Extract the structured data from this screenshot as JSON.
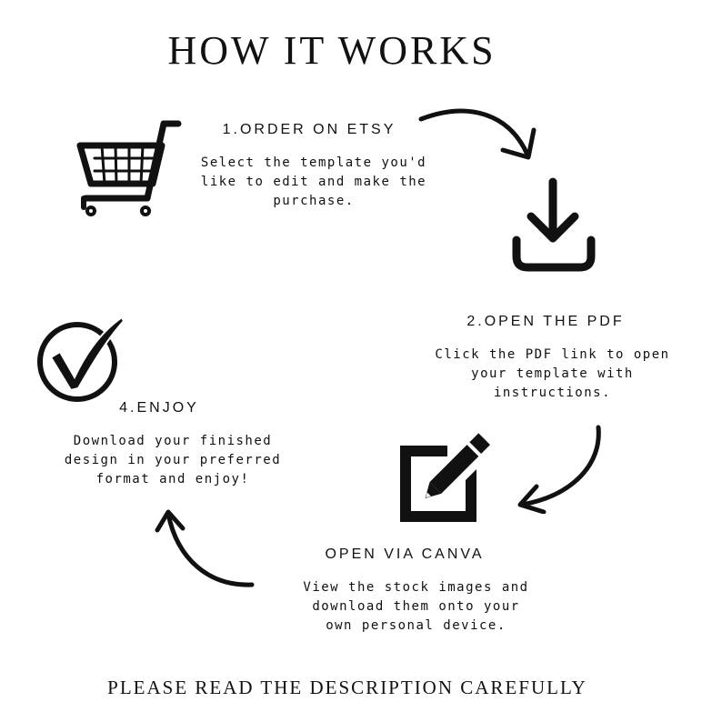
{
  "title": "HOW IT WORKS",
  "steps": [
    {
      "heading": "1.ORDER ON ETSY",
      "lines": [
        "Select the template you'd",
        "like to edit and make the",
        "purchase."
      ],
      "icon": "shopping-cart-icon"
    },
    {
      "heading": "2.OPEN THE PDF",
      "lines": [
        "Click the PDF link to open",
        "your template with",
        "instructions."
      ],
      "icon": "download-icon"
    },
    {
      "heading": "OPEN VIA CANVA",
      "lines": [
        "View the stock images and",
        "download them onto your",
        "own personal device."
      ],
      "icon": "edit-pencil-icon"
    },
    {
      "heading": "4.ENJOY",
      "lines": [
        "Download your finished",
        "design in your preferred",
        "format and enjoy!"
      ],
      "icon": "checkmark-circle-icon"
    }
  ],
  "footer": "PLEASE READ THE DESCRIPTION CAREFULLY"
}
